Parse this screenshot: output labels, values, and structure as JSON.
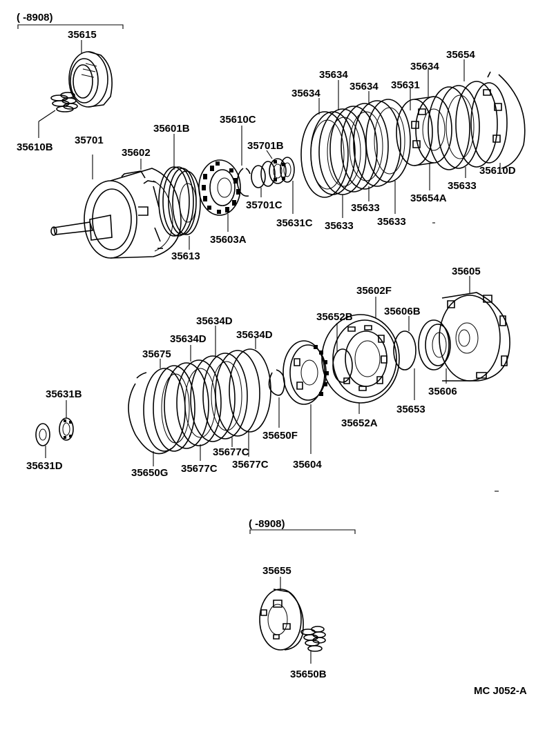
{
  "ranges": {
    "top": "(     -8908)",
    "bottom": "(     -8908)"
  },
  "labels": {
    "p35615": "35615",
    "p35610B": "35610B",
    "p35701": "35701",
    "p35602": "35602",
    "p35601B": "35601B",
    "p35610C": "35610C",
    "p35701B": "35701B",
    "p35701C": "35701C",
    "p35631C": "35631C",
    "p35603A": "35603A",
    "p35613": "35613",
    "p35634a": "35634",
    "p35634b": "35634",
    "p35634c": "35634",
    "p35634d": "35634",
    "p35631": "35631",
    "p35654": "35654",
    "p35610D": "35610D",
    "p35633a": "35633",
    "p35633b": "35633",
    "p35633c": "35633",
    "p35633d": "35633",
    "p35654A": "35654A",
    "p35605": "35605",
    "p35602F": "35602F",
    "p35606B": "35606B",
    "p35652B": "35652B",
    "p35634Da": "35634D",
    "p35634Db": "35634D",
    "p35634Dc": "35634D",
    "p35675": "35675",
    "p35631B": "35631B",
    "p35631D": "35631D",
    "p35650G": "35650G",
    "p35677Ca": "35677C",
    "p35677Cb": "35677C",
    "p35677Cc": "35677C",
    "p35650F": "35650F",
    "p35604": "35604",
    "p35652A": "35652A",
    "p35653": "35653",
    "p35606": "35606",
    "p35655": "35655",
    "p35650B": "35650B",
    "code": "MC J052-A"
  }
}
